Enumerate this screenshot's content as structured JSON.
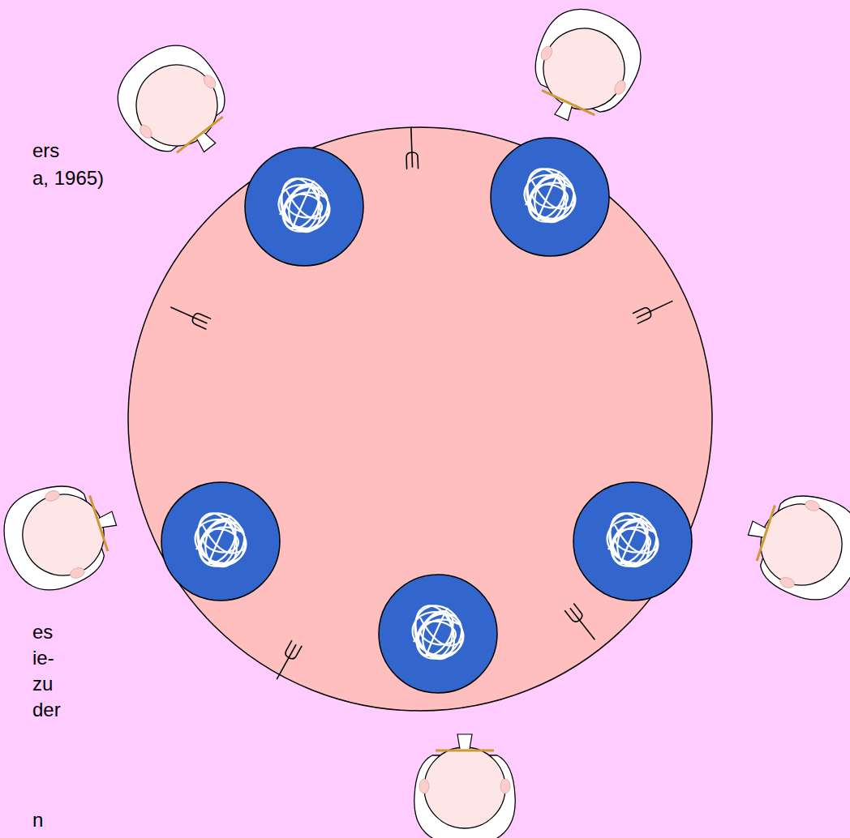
{
  "diagram": {
    "labels": [
      "ers",
      "a, 1965)",
      "es",
      "ie-",
      "zu",
      "der",
      "n"
    ]
  }
}
